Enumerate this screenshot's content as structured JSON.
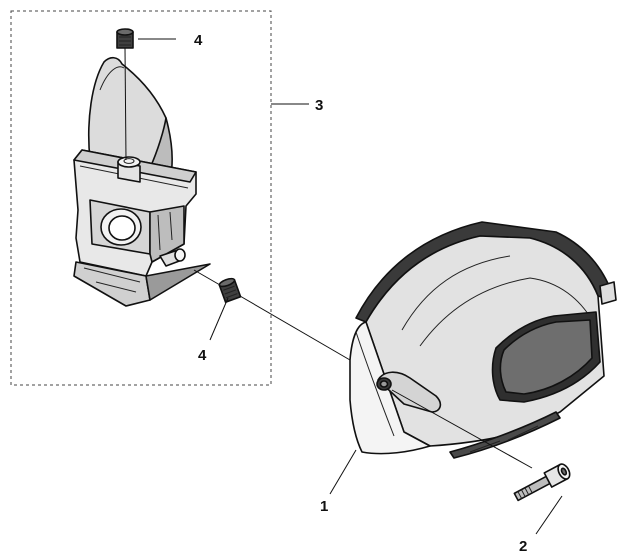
{
  "callouts": {
    "cover": "1",
    "screw": "2",
    "assembly": "3",
    "insert_top": "4",
    "insert_bottom": "4"
  },
  "colors": {
    "line": "#111111",
    "fill_light": "#e8e8e8",
    "fill_mid": "#c9c9c9",
    "fill_dark": "#3a3a3a",
    "background": "#ffffff"
  }
}
